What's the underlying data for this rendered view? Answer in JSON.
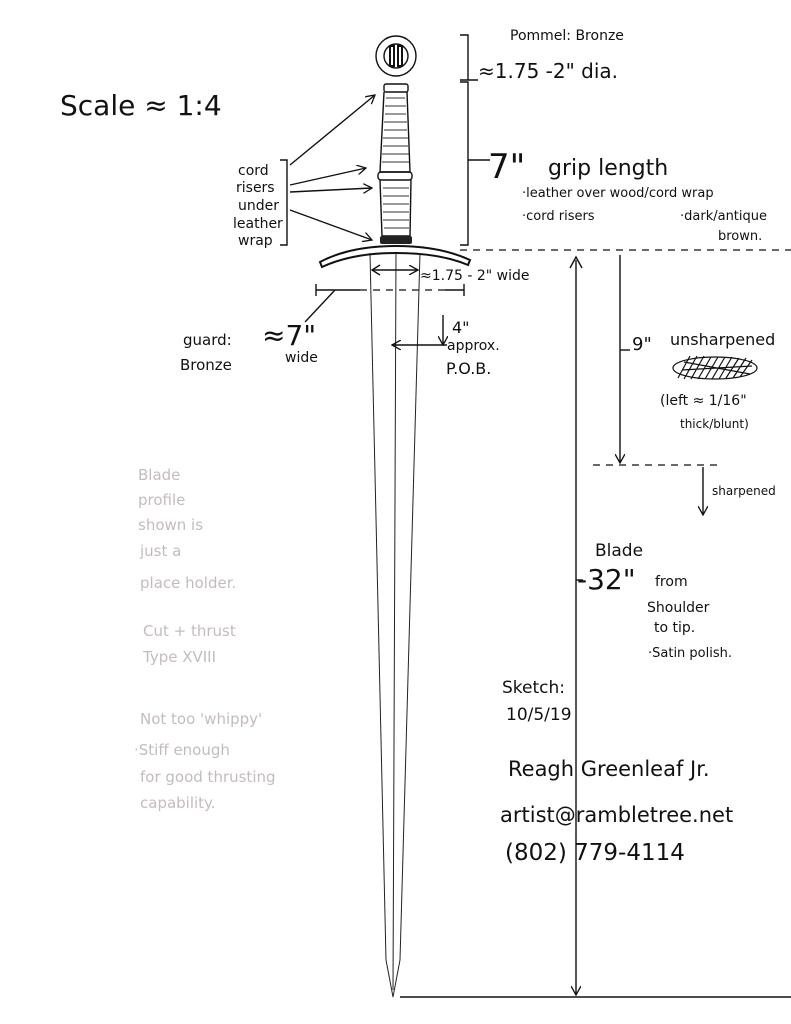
{
  "scale": "Scale ≈ 1:4",
  "pommel": {
    "label": "Pommel: Bronze",
    "size": "≈1.75 -2\" dia."
  },
  "grip": {
    "length": "7\"",
    "label": "grip length",
    "notes": [
      "·leather over wood/cord wrap",
      "·cord risers",
      "·dark/antique",
      "brown."
    ]
  },
  "risers_note": [
    "cord",
    "risers",
    "under",
    "leather",
    "wrap"
  ],
  "blade_width": "≈1.75 - 2\" wide",
  "guard": {
    "label": [
      "guard:",
      "Bronze"
    ],
    "width": "≈7\"",
    "width_unit": "wide"
  },
  "pob": {
    "distance": "4\"",
    "label": [
      "approx.",
      "P.O.B."
    ]
  },
  "unsharpened": {
    "length": "9\"",
    "label": "unsharpened",
    "note": [
      "(left ≈ 1/16\"",
      "thick/blunt)"
    ]
  },
  "sharpened": "sharpened",
  "blade": {
    "label": "Blade",
    "length": "-32\"",
    "notes": [
      "from",
      "Shoulder",
      "to tip.",
      "·Satin polish."
    ]
  },
  "sketch": {
    "label": "Sketch:",
    "date": "10/5/19"
  },
  "artist": {
    "name": "Reagh Greenleaf Jr.",
    "email": "artist@rambletree.net",
    "phone": "(802) 779-4114"
  },
  "faint_notes": [
    "Blade",
    "profile",
    "shown is",
    "just a",
    "place holder.",
    "Cut + thrust",
    "Type XVIII",
    "Not too 'whippy'",
    "·Stiff enough",
    "for good thrusting",
    "capability."
  ]
}
